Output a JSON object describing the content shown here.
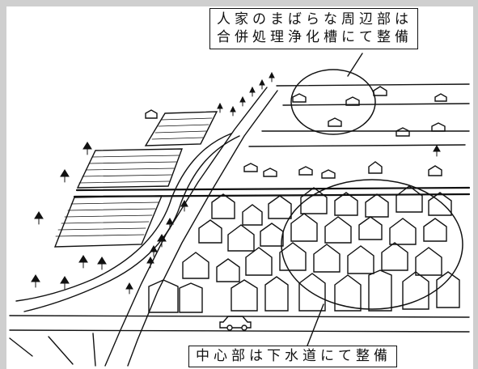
{
  "callouts": {
    "sparse_area_line1": "人家のまばらな周辺部は",
    "sparse_area_line2": "合併処理浄化槽にて整備",
    "center_area": "中心部は下水道にて整備"
  },
  "colors": {
    "ink": "#111111",
    "paper": "#ffffff",
    "frame": "#cfcfcf"
  },
  "icons": [
    "house-icon",
    "tree-icon",
    "field-icon",
    "car-icon"
  ]
}
